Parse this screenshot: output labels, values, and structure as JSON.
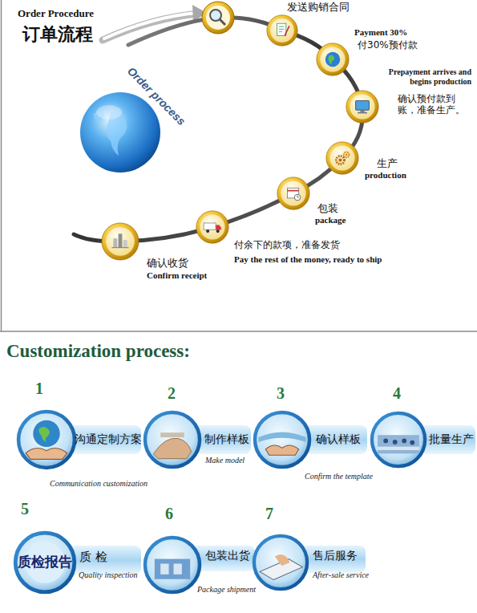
{
  "diagram": {
    "title": "Order Procedure",
    "nodes": [
      {
        "text": [
          "发送购销合同"
        ]
      },
      {
        "text": [
          "Payment 30%",
          "付30%预付款"
        ]
      },
      {
        "text": [
          "Prepayment arrives and begins production",
          "确认预付款到账，准备生产。"
        ]
      },
      {
        "text": [
          "生产",
          "production"
        ]
      },
      {
        "text": [
          "包装",
          "package"
        ]
      },
      {
        "text": [
          "付余下的款项，准备发货",
          "Pay the rest of the money, ready to ship"
        ]
      },
      {
        "text": [
          "确认收货",
          "Confirm receipt"
        ]
      },
      {
        "text": [
          "沟通定制方案",
          "Communication customization"
        ]
      },
      {
        "text": [
          "制作样板",
          "Make model"
        ]
      },
      {
        "text": [
          "确认样板",
          "Confirm the template"
        ]
      },
      {
        "text": [
          "批量生产"
        ]
      },
      {
        "text": [
          "质检报告",
          "质 检",
          "Quality inspection"
        ]
      },
      {
        "text": [
          "包装出货",
          "Package shipment"
        ]
      },
      {
        "text": [
          "售后服务",
          "After-sale service"
        ]
      }
    ],
    "labels": [
      "订单流程",
      "Order process",
      "Customization process:",
      "1",
      "2",
      "3",
      "4",
      "5",
      "6",
      "7"
    ]
  }
}
